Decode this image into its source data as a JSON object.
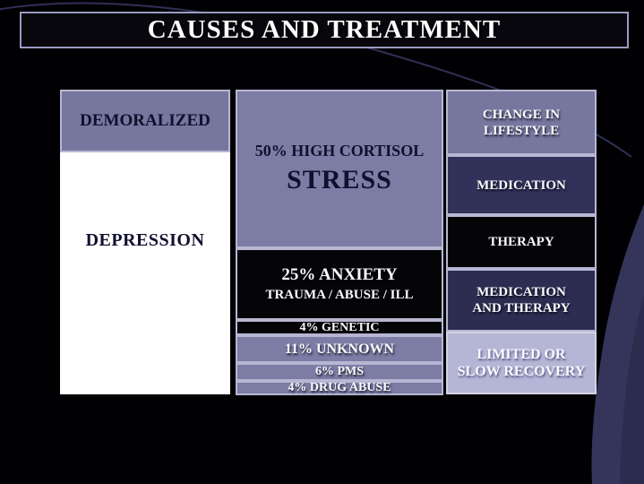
{
  "title": "CAUSES AND TREATMENT",
  "diagram": {
    "states": {
      "demoralized": "DEMORALIZED",
      "depression": "DEPRESSION"
    },
    "causes": {
      "cortisol_line": "50% HIGH CORTISOL",
      "stress": "STRESS",
      "anxiety": "25% ANXIETY",
      "anxiety_detail": "TRAUMA / ABUSE / ILL",
      "genetic": "4% GENETIC",
      "unknown": "11% UNKNOWN",
      "pms": "6% PMS",
      "drug_abuse": "4% DRUG ABUSE"
    },
    "treatments": {
      "change_in_lifestyle": "CHANGE IN\nLIFESTYLE",
      "medication": "MEDICATION",
      "therapy": "THERAPY",
      "medication_and_therapy": "MEDICATION\nAND THERAPY",
      "limited_or_slow_recovery": "LIMITED OR\nSLOW RECOVERY"
    }
  },
  "palette": {
    "background": "#010103",
    "slate_purple_cell": "#76769e",
    "mid_purple_cell": "#7c7ca4",
    "black_cell": "#050508",
    "navy_cell": "#31315a",
    "dark_navy_cell": "#2d2d52",
    "lavender_cell": "#b5b5d5",
    "white_cell": "#ffffff",
    "cell_border": "#b7b7d4",
    "title_border": "#9a9ac2",
    "dark_text": "#10102e",
    "light_text": "#fbfbfd",
    "decor_purple": "#35355b"
  }
}
